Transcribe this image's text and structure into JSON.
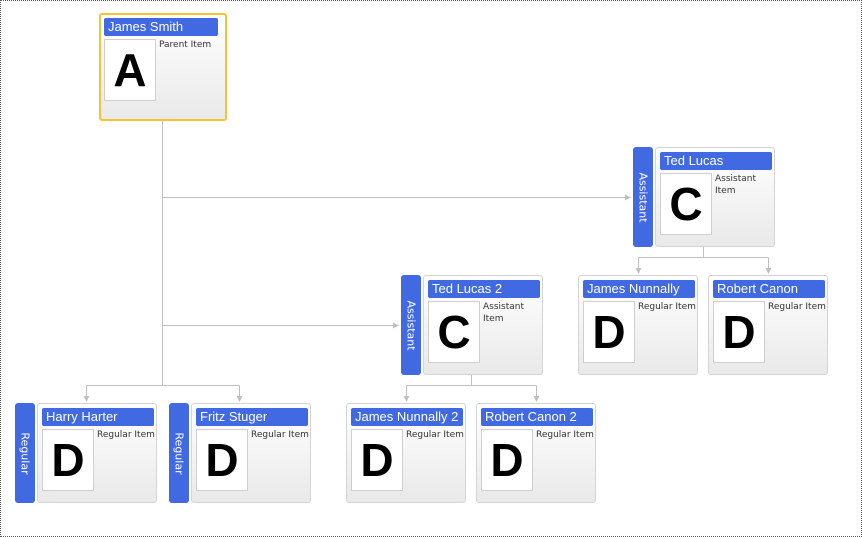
{
  "diagram": {
    "type": "organizational-chart",
    "line_color": "#c0c0c0",
    "title_color": "#4169e1",
    "selection_color": "#f6c232",
    "nodes": [
      {
        "id": "james-smith",
        "title": "James Smith",
        "description": "Parent Item",
        "photo_letter": "A",
        "selected": true
      },
      {
        "id": "ted-lucas",
        "title": "Ted Lucas",
        "description": "Assistant Item",
        "photo_letter": "C",
        "label": "Assistant"
      },
      {
        "id": "james-nunnally",
        "title": "James Nunnally",
        "description": "Regular Item",
        "photo_letter": "D"
      },
      {
        "id": "robert-canon",
        "title": "Robert Canon",
        "description": "Regular Item",
        "photo_letter": "D"
      },
      {
        "id": "ted-lucas-2",
        "title": "Ted Lucas 2",
        "description": "Assistant Item",
        "photo_letter": "C",
        "label": "Assistant"
      },
      {
        "id": "harry-harter",
        "title": "Harry Harter",
        "description": "Regular Item",
        "photo_letter": "D",
        "label": "Regular"
      },
      {
        "id": "fritz-stuger",
        "title": "Fritz Stuger",
        "description": "Regular Item",
        "photo_letter": "D",
        "label": "Regular"
      },
      {
        "id": "james-nunnally-2",
        "title": "James Nunnally 2",
        "description": "Regular Item",
        "photo_letter": "D"
      },
      {
        "id": "robert-canon-2",
        "title": "Robert Canon 2",
        "description": "Regular Item",
        "photo_letter": "D"
      }
    ]
  }
}
